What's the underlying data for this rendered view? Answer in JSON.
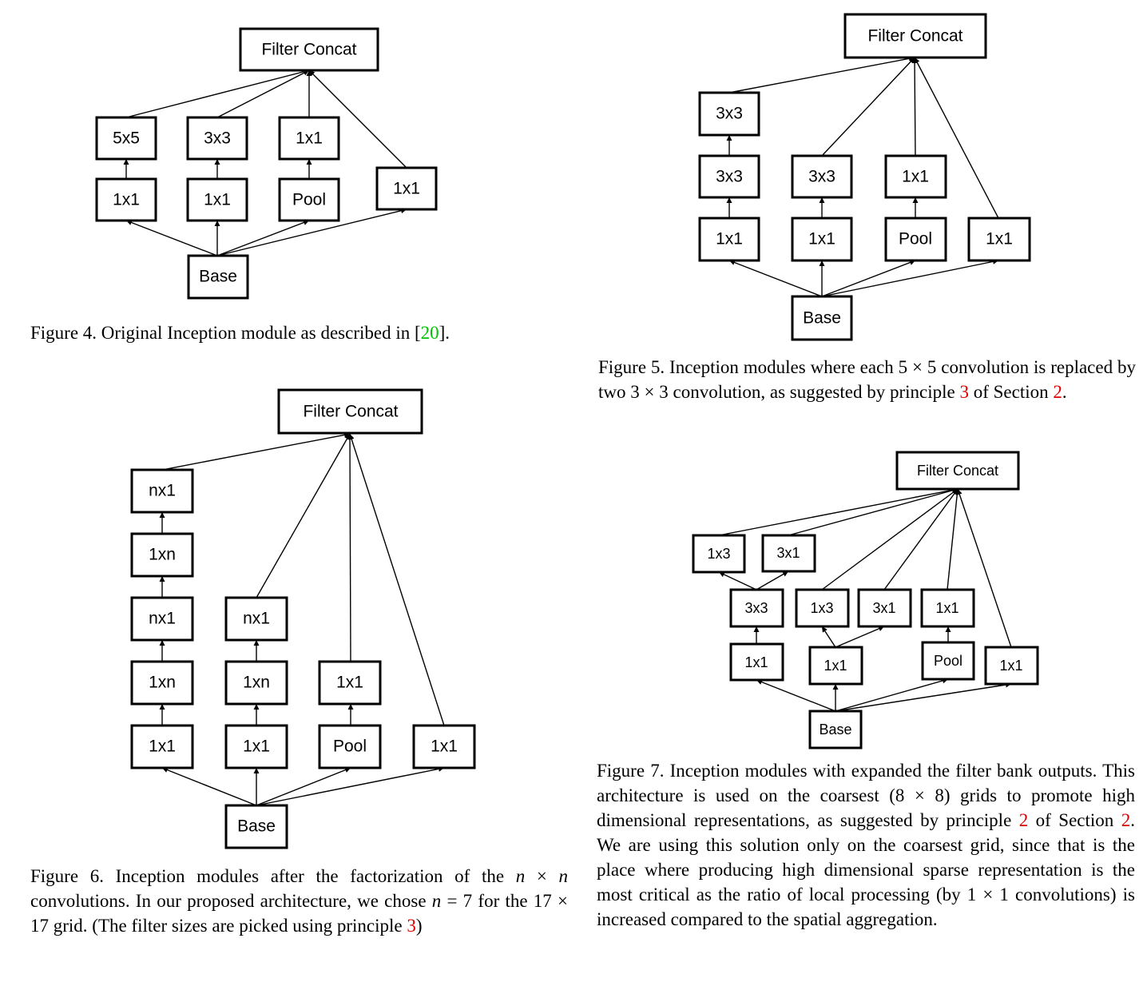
{
  "figure4": {
    "nodes": {
      "concat": "Filter Concat",
      "c5x5": "5x5",
      "c3x3": "3x3",
      "c1x1_top": "1x1",
      "r1x1_a": "1x1",
      "r1x1_b": "1x1",
      "pool": "Pool",
      "c1x1_side": "1x1",
      "base": "Base"
    },
    "caption": {
      "prefix": "Figure 4. Original Inception module as described in [",
      "ref": "20",
      "suffix": "]."
    }
  },
  "figure5": {
    "nodes": {
      "concat": "Filter Concat",
      "c3x3_top": "3x3",
      "c3x3_mid": "3x3",
      "c3x3_b": "3x3",
      "c1x1_top": "1x1",
      "r1x1_a": "1x1",
      "r1x1_b": "1x1",
      "pool": "Pool",
      "c1x1_side": "1x1",
      "base": "Base"
    },
    "caption": {
      "t1": "Figure 5. Inception modules where each ",
      "m1": "5 × 5",
      "t2": " convolution is replaced by two ",
      "m2": "3 × 3",
      "t3": " convolution, as suggested by principle ",
      "ref1": "3",
      "t4": " of Section ",
      "ref2": "2",
      "t5": "."
    }
  },
  "figure6": {
    "nodes": {
      "concat": "Filter Concat",
      "a5": "nx1",
      "a4": "1xn",
      "a3": "nx1",
      "a2": "1xn",
      "a1": "1x1",
      "b3": "nx1",
      "b2": "1xn",
      "b1": "1x1",
      "c2": "1x1",
      "pool": "Pool",
      "d1": "1x1",
      "base": "Base"
    },
    "caption": {
      "t1": "Figure 6. Inception modules after the factorization of the ",
      "m1_a": "n",
      "m1_x": " × ",
      "m1_b": "n",
      "t2": " convolutions. In our proposed architecture, we chose ",
      "m2_a": "n",
      "m2_b": " = 7",
      "t3": " for the ",
      "m3": "17 × 17",
      "t4": " grid. (The filter sizes are picked using principle ",
      "ref": "3",
      "t5": ")"
    }
  },
  "figure7": {
    "nodes": {
      "concat": "Filter Concat",
      "top1x3": "1x3",
      "top3x1": "3x1",
      "c3x3": "3x3",
      "c1x3": "1x3",
      "c3x1": "3x1",
      "c1x1_top": "1x1",
      "r1x1_a": "1x1",
      "r1x1_b": "1x1",
      "pool": "Pool",
      "c1x1_side": "1x1",
      "base": "Base"
    },
    "caption": {
      "t1": "Figure 7. Inception modules with expanded the filter bank outputs. This architecture is used on the coarsest ",
      "m1": "(8 × 8)",
      "t2": " grids to promote high dimensional representations, as suggested by principle ",
      "ref1": "2",
      "t3": " of Section ",
      "ref2": "2",
      "t4": ". We are using this solution only on the coarsest grid, since that is the place where producing high dimensional sparse representation is the most critical as the ratio of local processing (by ",
      "m2": "1 × 1",
      "t5": " convolutions) is increased compared to the spatial aggregation."
    }
  }
}
